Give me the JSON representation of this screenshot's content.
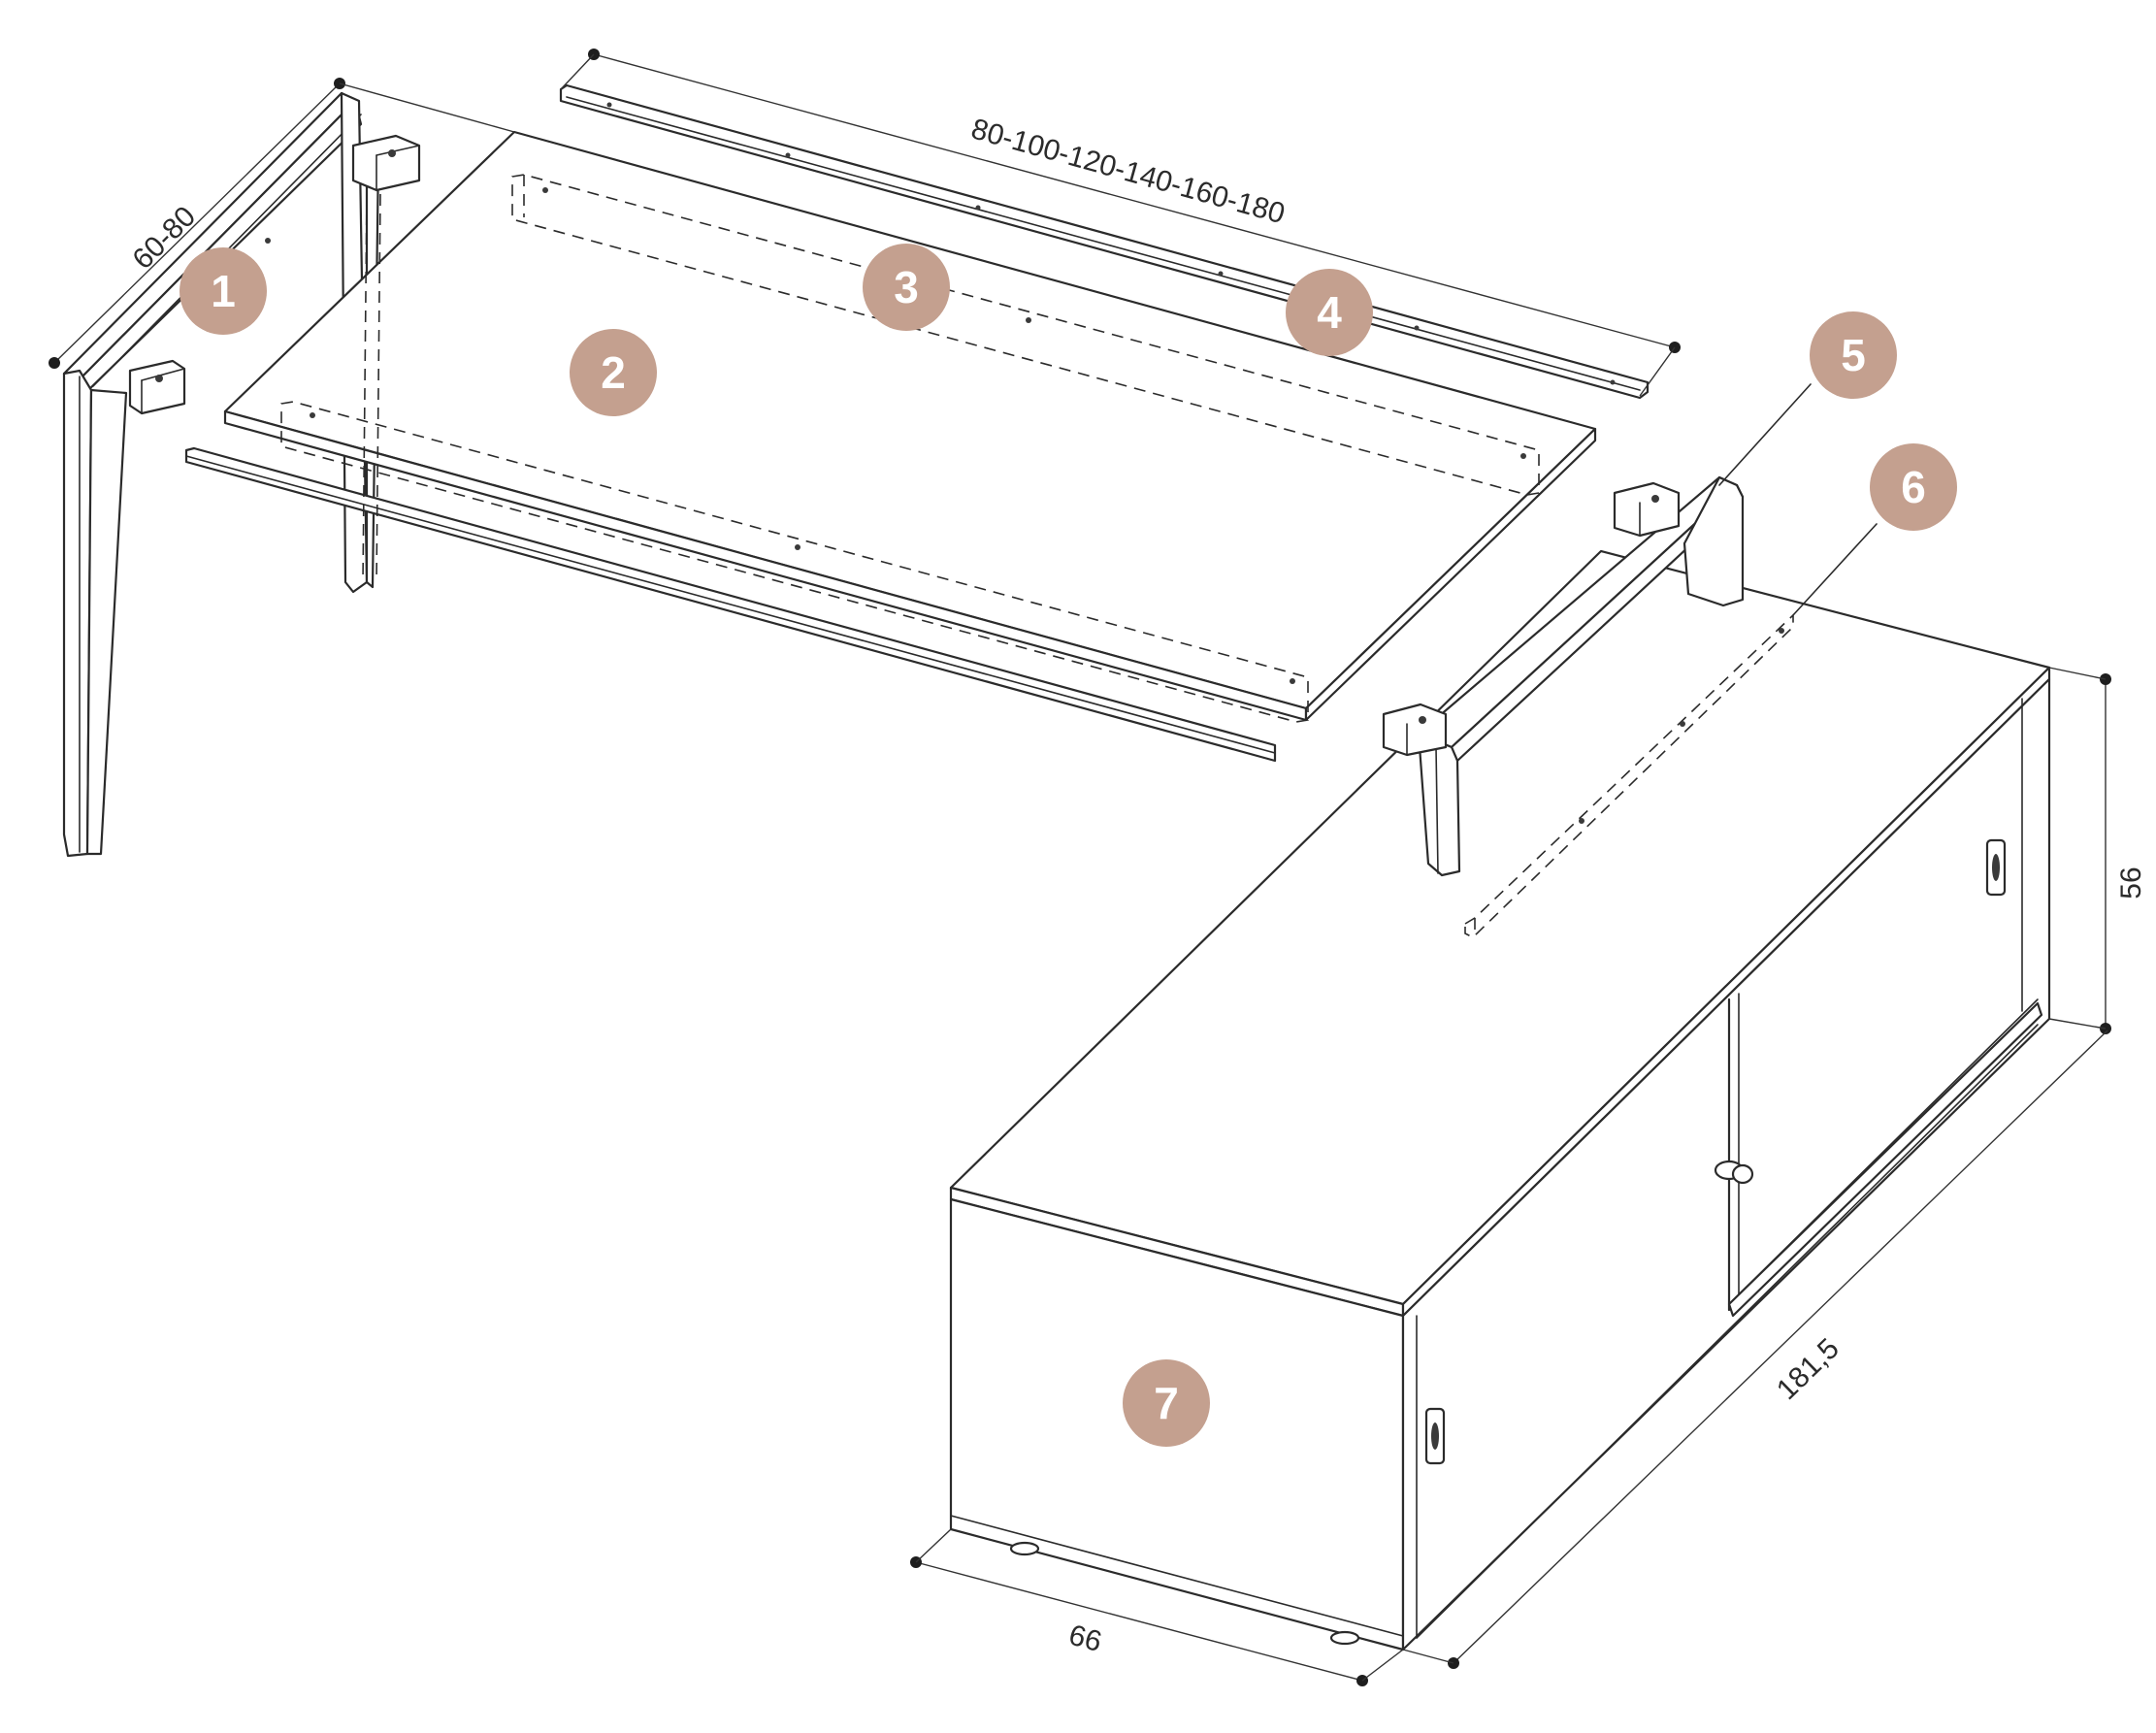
{
  "dimensions": {
    "desk_depth": "60-80",
    "desk_widths": "80-100-120-140-160-180",
    "cabinet_height": "56",
    "cabinet_length": "181,5",
    "cabinet_depth": "66"
  },
  "part_markers": [
    "1",
    "2",
    "3",
    "4",
    "5",
    "6",
    "7"
  ],
  "colors": {
    "marker_fill": "#c4a08f",
    "marker_text": "#ffffff",
    "line": "#2b2b2b"
  }
}
